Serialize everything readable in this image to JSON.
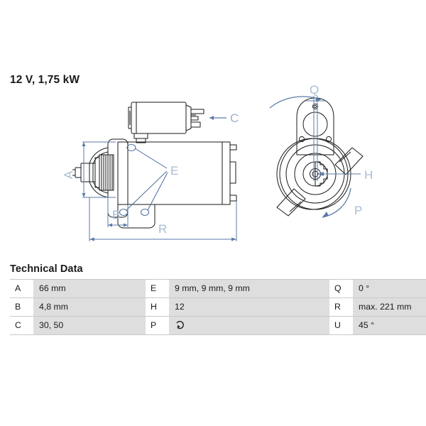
{
  "product": {
    "spec_title": "12 V, 1,75 kW"
  },
  "tech_section": {
    "heading": "Technical Data",
    "rows": [
      {
        "k1": "A",
        "v1": "66 mm",
        "k2": "E",
        "v2": "9 mm, 9 mm, 9 mm",
        "k3": "Q",
        "v3": "0 °"
      },
      {
        "k1": "B",
        "v1": "4,8 mm",
        "k2": "H",
        "v2": "12",
        "k3": "R",
        "v3": "max. 221 mm"
      },
      {
        "k1": "C",
        "v1": "30, 50",
        "k2": "P",
        "v2": "",
        "k3": "U",
        "v3": "45 °"
      }
    ],
    "p_icon_name": "counterclockwise-rotation-icon"
  },
  "drawing_left": {
    "view_name": "starter-side-view",
    "labels": {
      "A": "A",
      "B": "B",
      "C": "C",
      "E": "E",
      "R": "R"
    }
  },
  "drawing_right": {
    "view_name": "starter-front-view",
    "labels": {
      "Q": "Q",
      "H": "H",
      "P": "P"
    }
  },
  "colors": {
    "dimension_line": "#5b7ba8",
    "dimension_label": "#a9bcd4",
    "outline": "#1a1a1a",
    "table_value_bg": "#dedede",
    "table_border": "#c9c9c9"
  }
}
